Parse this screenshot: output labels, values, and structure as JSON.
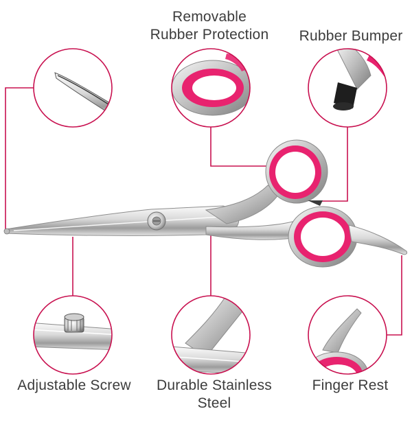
{
  "labels": {
    "removable_line1": "Removable",
    "removable_line2": "Rubber Protection",
    "rubber_bumper": "Rubber Bumper",
    "adjustable_screw": "Adjustable Screw",
    "durable_line1": "Durable Stainless",
    "durable_line2": "Steel",
    "finger_rest": "Finger Rest"
  },
  "colors": {
    "accent": "#c8104f",
    "rubber": "#e8236f",
    "steel_light": "#f2f2f2",
    "steel_dark": "#8a8a8a",
    "text": "#3c3c3c"
  }
}
